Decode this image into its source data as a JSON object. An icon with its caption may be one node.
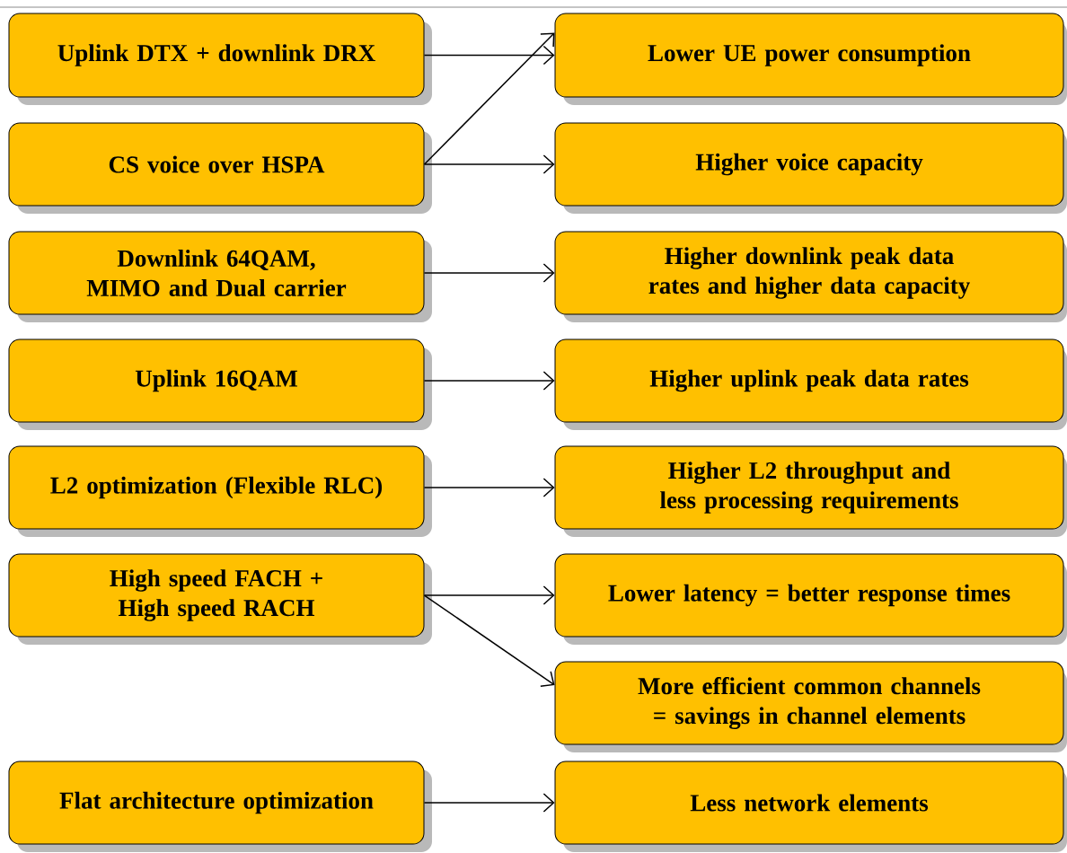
{
  "diagram": {
    "nodes": [
      {
        "text": [
          "Uplink DTX + downlink DRX"
        ]
      },
      {
        "text": [
          "Lower  UE power consumption"
        ]
      },
      {
        "text": [
          "CS voice over HSPA"
        ]
      },
      {
        "text": [
          "Higher voice capacity"
        ]
      },
      {
        "text": [
          "Downlink 64QAM, MIMO and Dual carrier"
        ]
      },
      {
        "text": [
          "Higher downlink peak data rates and higher data capacity"
        ]
      },
      {
        "text": [
          "Uplink 16QAM"
        ]
      },
      {
        "text": [
          "Higher uplink peak data rates"
        ]
      },
      {
        "text": [
          "L2 optimization (Flexible RLC)"
        ]
      },
      {
        "text": [
          "Higher L2 throughput and less processing requirements"
        ]
      },
      {
        "text": [
          "High speed FACH + High speed RACH"
        ]
      },
      {
        "text": [
          "Lower latency = better response times"
        ]
      },
      {
        "text": [
          "More efficient common channels = savings in channel elements"
        ]
      },
      {
        "text": [
          "Flat architecture optimization"
        ]
      },
      {
        "text": [
          "Less network elements"
        ]
      }
    ],
    "edges": [
      {
        "from": 0,
        "to": 1,
        "arrow": "to"
      },
      {
        "from": 2,
        "to": 1,
        "arrow": "to"
      },
      {
        "from": 2,
        "to": 3,
        "arrow": "to"
      },
      {
        "from": 4,
        "to": 5,
        "arrow": "to"
      },
      {
        "from": 6,
        "to": 7,
        "arrow": "to"
      },
      {
        "from": 8,
        "to": 9,
        "arrow": "to"
      },
      {
        "from": 10,
        "to": 11,
        "arrow": "to"
      },
      {
        "from": 10,
        "to": 12,
        "arrow": "to"
      },
      {
        "from": 13,
        "to": 14,
        "arrow": "to"
      }
    ]
  }
}
